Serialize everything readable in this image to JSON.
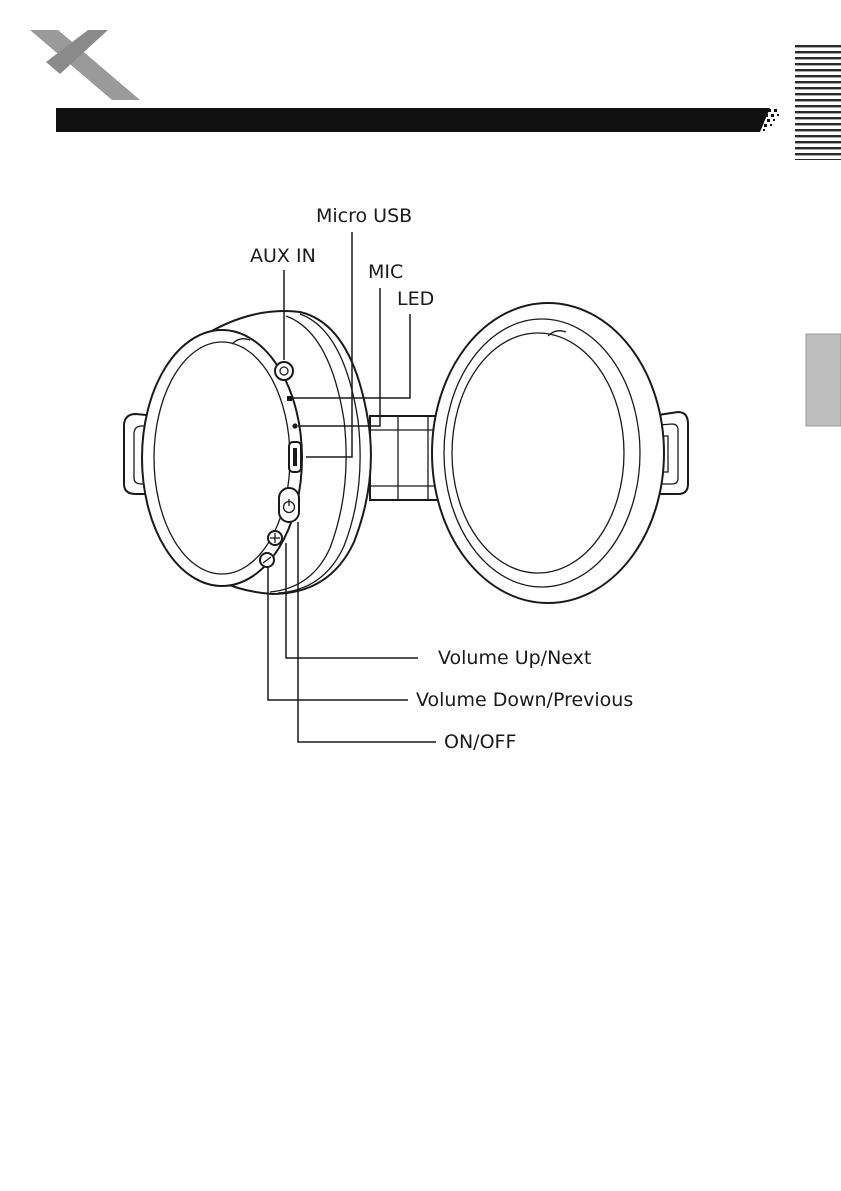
{
  "brand": {
    "logo_letter": "X",
    "accent_color": "#111111"
  },
  "callouts": {
    "micro_usb": "Micro USB",
    "aux_in": "AUX IN",
    "mic": "MIC",
    "led": "LED",
    "volume_up_next": "Volume Up/Next",
    "volume_down_previous": "Volume Down/Previous",
    "on_off": "ON/OFF"
  },
  "button_symbols": {
    "power": "power-icon",
    "plus": "plus-icon",
    "minus": "minus-icon"
  }
}
